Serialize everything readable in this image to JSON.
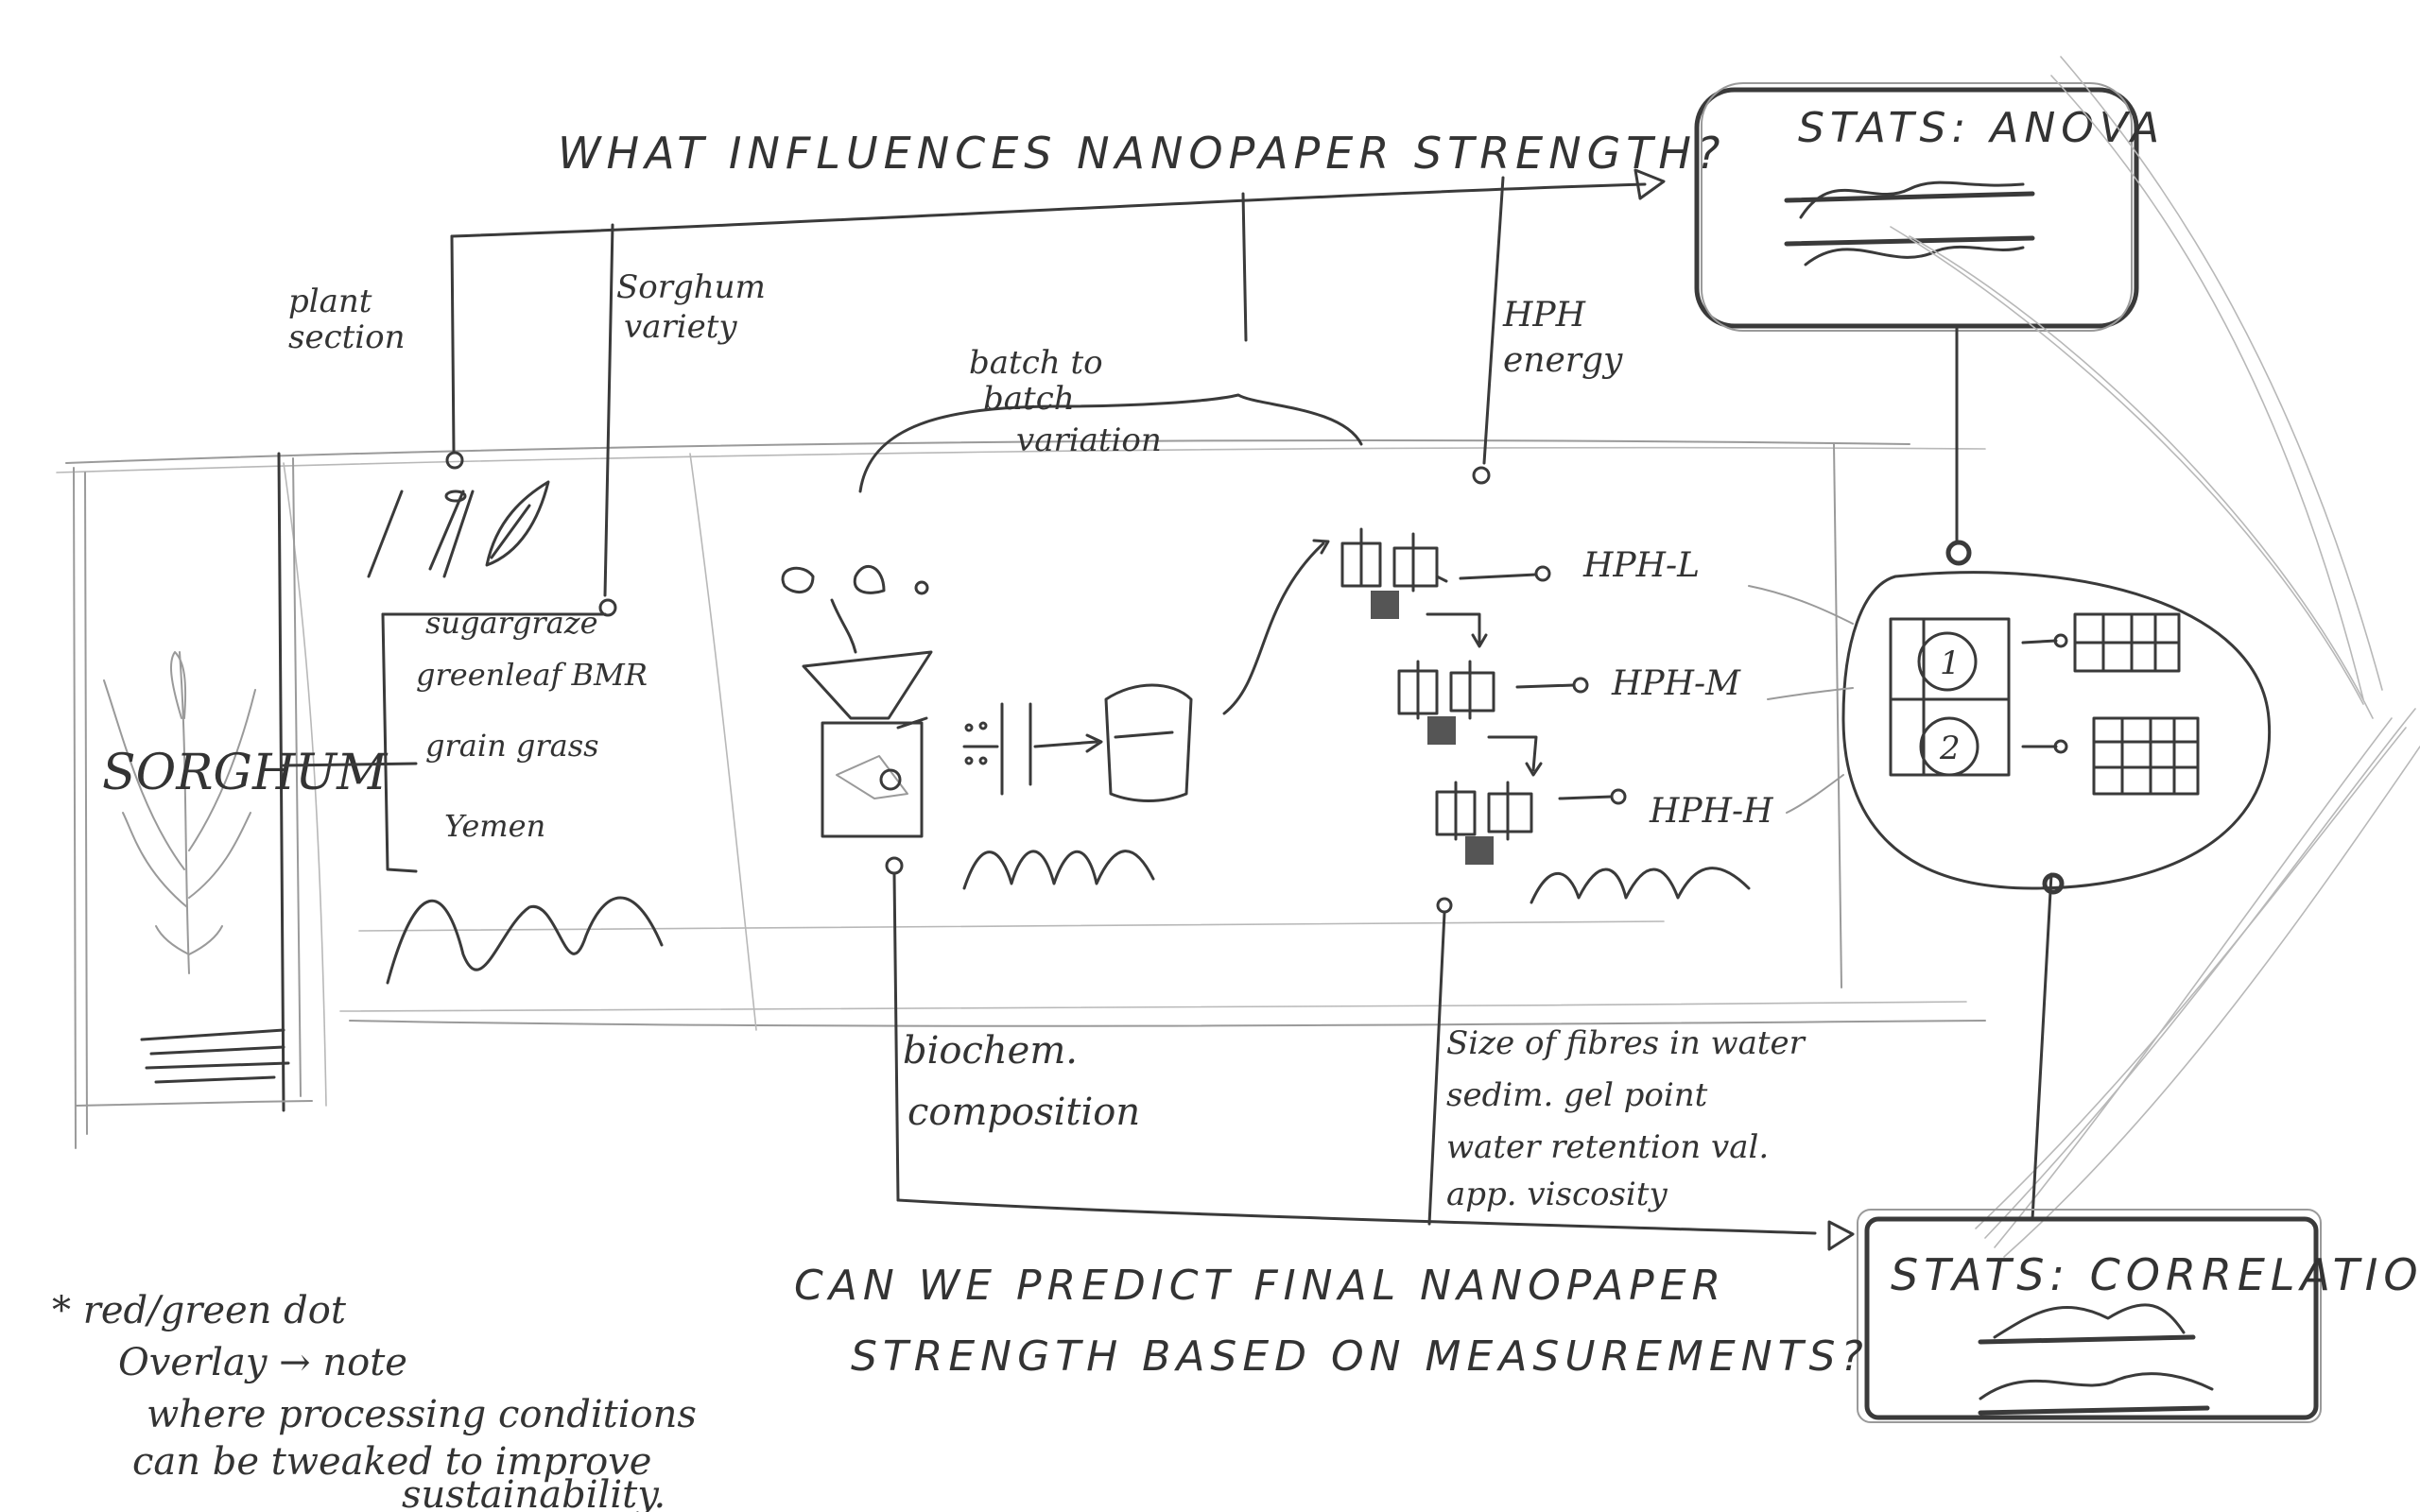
{
  "title_top": "WHAT INFLUENCES NANOPAPER STRENGTH?",
  "question_bottom": [
    "CAN WE PREDICT FINAL NANOPAPER",
    "STRENGTH BASED ON MEASUREMENTS?"
  ],
  "stats_anova": "STATS: ANOVA",
  "stats_correlation": "STATS: CORRELATION",
  "factors": {
    "plant_section": [
      "plant",
      "section"
    ],
    "sorghum_variety": [
      "Sorghum",
      "variety"
    ],
    "batch_variation": [
      "batch to",
      "batch",
      "variation"
    ],
    "hph_energy": [
      "HPH",
      "energy"
    ]
  },
  "sorghum_label": "SORGHUM",
  "varieties": [
    "sugargraze",
    "greenleaf BMR",
    "grain grass",
    "Yemen"
  ],
  "hph_levels": [
    "HPH-L",
    "HPH-M",
    "HPH-H"
  ],
  "group_numbers": [
    "1",
    "2"
  ],
  "measurements": {
    "biochem": [
      "biochem.",
      "composition"
    ],
    "fibres": [
      "Size of fibres in water",
      "sedim. gel point",
      "water retention val.",
      "app. viscosity"
    ]
  },
  "note": [
    "* red/green dot",
    "Overlay → note",
    "where processing conditions",
    "can be tweaked to improve",
    "sustainability."
  ],
  "colors": {
    "ink": "#3a3a3a",
    "paper": "#ffffff"
  }
}
